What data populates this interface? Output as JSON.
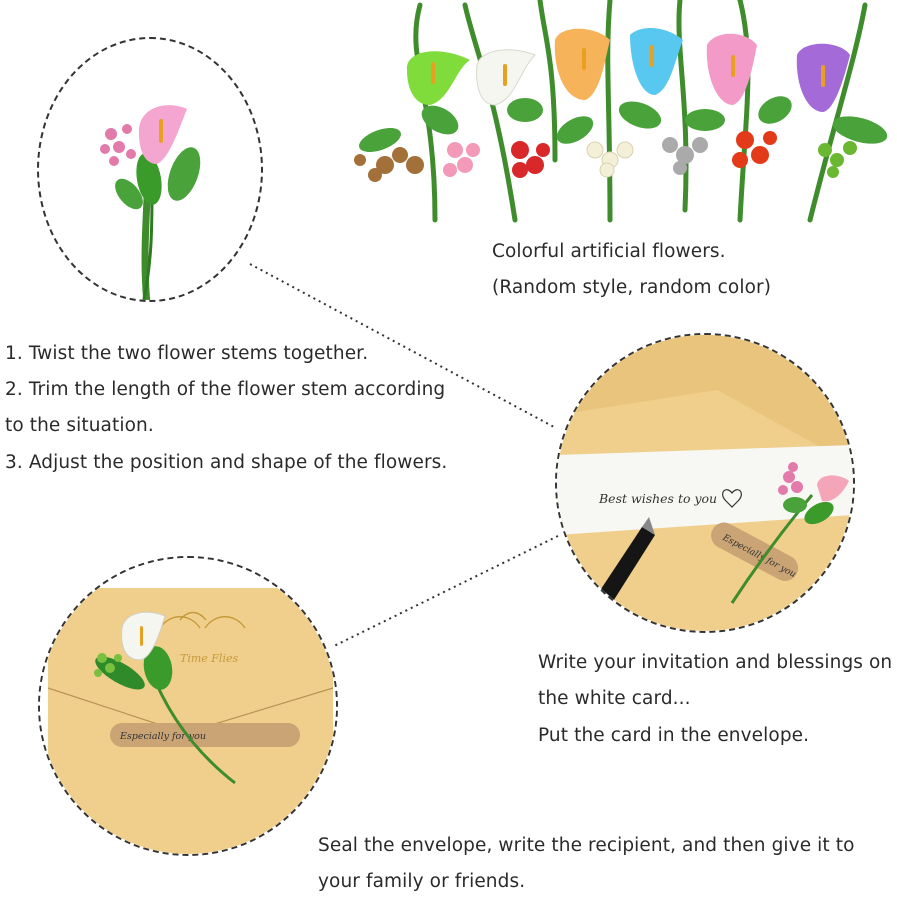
{
  "captions": {
    "flowers_line1": "Colorful artificial flowers.",
    "flowers_line2": "(Random style, random color)",
    "step1": "1. Twist the two flower stems together.",
    "step2_line1": "2. Trim the length of the flower stem according",
    "step2_line2": "to the situation.",
    "step3": "3. Adjust the position and shape of the flowers.",
    "card_line1": "Write your invitation and blessings on",
    "card_line2": "the white card...",
    "card_line3": "Put the card in the envelope.",
    "seal_line1": "Seal the envelope, write the recipient, and then give it to",
    "seal_line2": "your family or friends."
  },
  "card": {
    "wish_text": "Best wishes to you",
    "sticker_text": "Especially for you"
  },
  "envelope": {
    "emblem_text": "Time Flies",
    "sticker_text": "Especially for you"
  },
  "colors": {
    "envelope": "#f0cf8c",
    "kraft": "#caa474",
    "stem": "#3a8a2a",
    "leaf": "#4aa23a",
    "gold": "#c49a3a"
  }
}
